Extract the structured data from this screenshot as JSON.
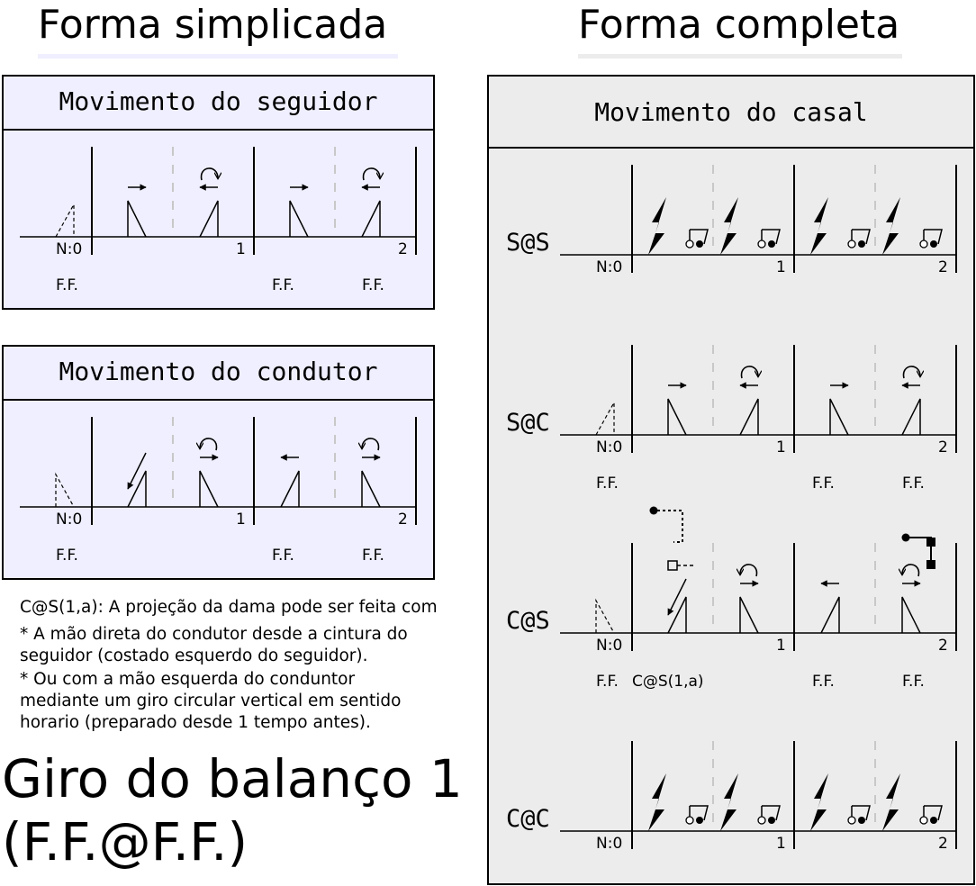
{
  "headings": {
    "simplified": "Forma simplicada",
    "complete": "Forma completa"
  },
  "panels": {
    "follower_title": "Movimento do seguidor",
    "leader_title": "Movimento do condutor",
    "couple_title": "Movimento do casal"
  },
  "staff_labels": {
    "count_start": "N:0",
    "count_one": "1",
    "count_two": "2",
    "ff": "F.F."
  },
  "rows": {
    "ss": "S@S",
    "sc": "S@C",
    "cs": "C@S",
    "cc": "C@C",
    "cs_note": "C@S(1,a)"
  },
  "notes": [
    "C@S(1,a): A projeção da dama pode ser feita com",
    "* A mão direta do condutor desde a cintura do",
    "seguidor (costado esquerdo do seguidor).",
    "* Ou com a mão esquerda do conduntor",
    "mediante um giro circular vertical em sentido",
    "horario (preparado desde 1 tempo antes)."
  ],
  "title": {
    "line1": "Giro do balanço 1",
    "line2": "(F.F.@F.F.)"
  },
  "colors": {
    "panel_lavender": "#efefff",
    "panel_gray": "#ececec",
    "underline_lavender": "#efefff",
    "underline_gray": "#ececec",
    "dashed_divider": "#c8c8c8"
  }
}
